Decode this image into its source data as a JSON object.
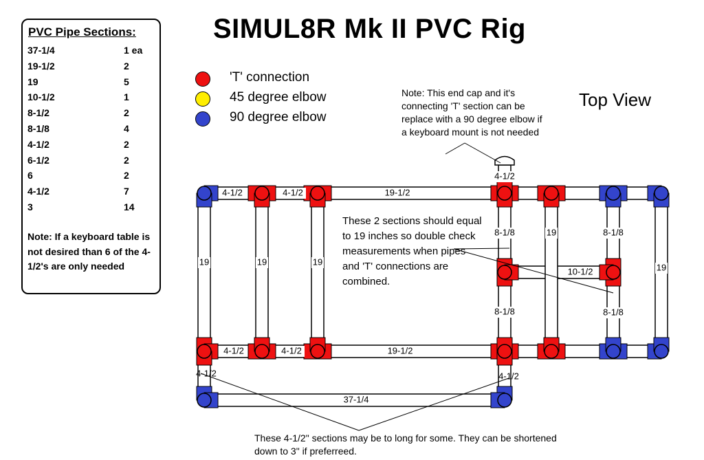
{
  "title": "SIMUL8R Mk II PVC Rig",
  "view_label": "Top View",
  "parts_panel": {
    "heading": "PVC Pipe Sections:",
    "items": [
      {
        "length": "37-1/4",
        "qty": "1 ea"
      },
      {
        "length": "19-1/2",
        "qty": "2"
      },
      {
        "length": "19",
        "qty": "5"
      },
      {
        "length": "10-1/2",
        "qty": "1"
      },
      {
        "length": "8-1/2",
        "qty": "2"
      },
      {
        "length": "8-1/8",
        "qty": "4"
      },
      {
        "length": "4-1/2",
        "qty": "2"
      },
      {
        "length": "6-1/2",
        "qty": "2"
      },
      {
        "length": "6",
        "qty": "2"
      },
      {
        "length": "4-1/2",
        "qty": "7"
      },
      {
        "length": "3",
        "qty": "14"
      }
    ],
    "note": "Note: If a keyboard table is not desired than 6 of the 4-1/2's are only needed"
  },
  "legend": [
    {
      "label": "'T' connection",
      "color": "#ee1111",
      "icon": "red-circle-icon"
    },
    {
      "label": "45 degree elbow",
      "color": "#ffee00",
      "icon": "yellow-circle-icon"
    },
    {
      "label": "90 degree elbow",
      "color": "#3344cc",
      "icon": "blue-circle-icon"
    }
  ],
  "colors": {
    "tee": "#ee1111",
    "elbow90": "#3344cc",
    "pipe": "#ffffff",
    "stroke": "#000000"
  },
  "notes": {
    "end_cap": "Note: This end cap and it's connecting 'T' section can be replace with a 90 degree elbow if a keyboard mount is not needed",
    "sections_19": "These 2 sections should equal to 19 inches so double check measurements when pipes and 'T' connections are combined.",
    "bottom": "These 4-1/2\" sections may be to long for some.  They can be shortened down to 3\" if preferreed."
  },
  "pipe_labels": {
    "top_a": "4-1/2",
    "top_b": "4-1/2",
    "top_c": "19-1/2",
    "top_cap": "4-1/2",
    "vert_a": "19",
    "vert_b": "19",
    "vert_c": "19",
    "vert_e": "19",
    "vert_g": "19",
    "vert_d_upper": "8-1/8",
    "vert_d_lower": "8-1/8",
    "vert_f_upper": "8-1/8",
    "vert_f_lower": "8-1/8",
    "mid_cross": "10-1/2",
    "bot_a": "4-1/2",
    "bot_b": "4-1/2",
    "bot_c": "19-1/2",
    "drop_left": "4-1/2",
    "drop_right": "4-1/2",
    "front_bar": "37-1/4"
  }
}
